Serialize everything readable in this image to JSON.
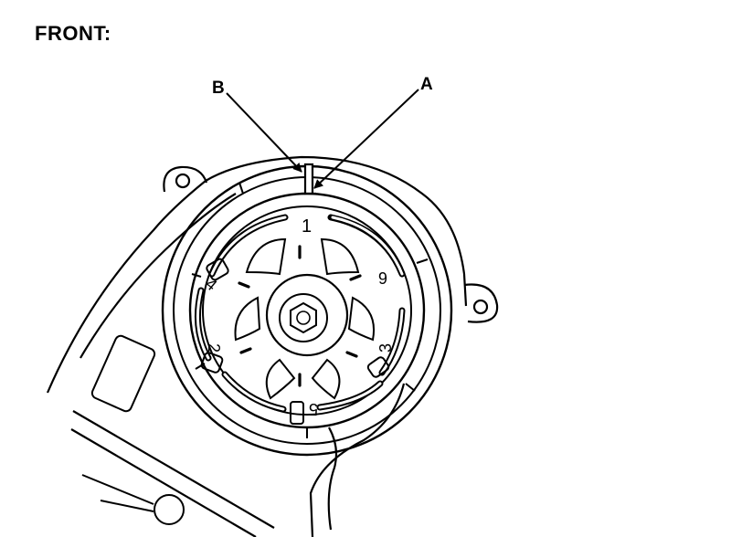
{
  "heading": "FRONT:",
  "callouts": {
    "a": "A",
    "b": "B"
  },
  "pulley_marks": {
    "m1": "1",
    "m2": "2",
    "m3": "3",
    "m4": "4",
    "m5": "5",
    "m6": "6"
  },
  "colors": {
    "ink": "#000000",
    "paper": "#ffffff"
  }
}
